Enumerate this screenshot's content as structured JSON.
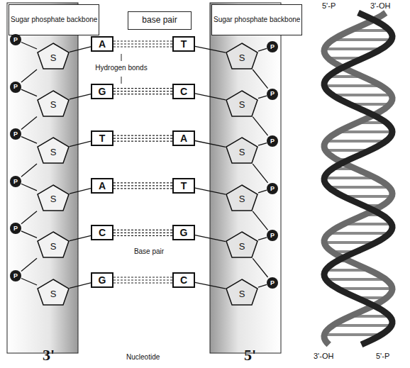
{
  "diagram": {
    "nodes": [
      {
        "text": [
          "Sugar phosphate backbone"
        ]
      },
      {
        "text": [
          "base pair"
        ]
      },
      {
        "text": [
          "Sugar phosphate backbone"
        ]
      },
      {
        "text": [
          "A"
        ]
      },
      {
        "text": [
          "T"
        ]
      },
      {
        "text": [
          "S"
        ]
      },
      {
        "text": [
          "S"
        ]
      },
      {
        "text": [
          "P"
        ]
      },
      {
        "text": [
          "P"
        ]
      },
      {
        "text": [
          "G"
        ]
      },
      {
        "text": [
          "C"
        ]
      },
      {
        "text": [
          "S"
        ]
      },
      {
        "text": [
          "S"
        ]
      },
      {
        "text": [
          "P"
        ]
      },
      {
        "text": [
          "P"
        ]
      },
      {
        "text": [
          "T"
        ]
      },
      {
        "text": [
          "A"
        ]
      },
      {
        "text": [
          "S"
        ]
      },
      {
        "text": [
          "S"
        ]
      },
      {
        "text": [
          "P"
        ]
      },
      {
        "text": [
          "P"
        ]
      },
      {
        "text": [
          "A"
        ]
      },
      {
        "text": [
          "T"
        ]
      },
      {
        "text": [
          "S"
        ]
      },
      {
        "text": [
          "S"
        ]
      },
      {
        "text": [
          "P"
        ]
      },
      {
        "text": [
          "P"
        ]
      },
      {
        "text": [
          "C"
        ]
      },
      {
        "text": [
          "G"
        ]
      },
      {
        "text": [
          "S"
        ]
      },
      {
        "text": [
          "S"
        ]
      },
      {
        "text": [
          "P"
        ]
      },
      {
        "text": [
          "P"
        ]
      },
      {
        "text": [
          "G"
        ]
      },
      {
        "text": [
          "C"
        ]
      },
      {
        "text": [
          "S"
        ]
      },
      {
        "text": [
          "S"
        ]
      },
      {
        "text": [
          "P"
        ]
      },
      {
        "text": [
          "P"
        ]
      }
    ],
    "edges": [
      {
        "from": 3,
        "to": 4,
        "arrow": "none"
      },
      {
        "from": 5,
        "to": 3,
        "arrow": "none"
      },
      {
        "from": 4,
        "to": 6,
        "arrow": "none"
      },
      {
        "from": 7,
        "to": 5,
        "arrow": "none"
      },
      {
        "from": 8,
        "to": 6,
        "arrow": "none"
      },
      {
        "from": 5,
        "to": 13,
        "arrow": "none"
      },
      {
        "from": 6,
        "to": 14,
        "arrow": "none"
      },
      {
        "from": 9,
        "to": 10,
        "arrow": "none"
      },
      {
        "from": 11,
        "to": 9,
        "arrow": "none"
      },
      {
        "from": 10,
        "to": 12,
        "arrow": "none"
      },
      {
        "from": 13,
        "to": 11,
        "arrow": "none"
      },
      {
        "from": 14,
        "to": 12,
        "arrow": "none"
      },
      {
        "from": 11,
        "to": 19,
        "arrow": "none"
      },
      {
        "from": 12,
        "to": 20,
        "arrow": "none"
      },
      {
        "from": 15,
        "to": 16,
        "arrow": "none"
      },
      {
        "from": 17,
        "to": 15,
        "arrow": "none"
      },
      {
        "from": 16,
        "to": 18,
        "arrow": "none"
      },
      {
        "from": 19,
        "to": 17,
        "arrow": "none"
      },
      {
        "from": 20,
        "to": 18,
        "arrow": "none"
      },
      {
        "from": 17,
        "to": 25,
        "arrow": "none"
      },
      {
        "from": 18,
        "to": 26,
        "arrow": "none"
      },
      {
        "from": 21,
        "to": 22,
        "arrow": "none"
      },
      {
        "from": 23,
        "to": 21,
        "arrow": "none"
      },
      {
        "from": 22,
        "to": 24,
        "arrow": "none"
      },
      {
        "from": 25,
        "to": 23,
        "arrow": "none"
      },
      {
        "from": 26,
        "to": 24,
        "arrow": "none"
      },
      {
        "from": 23,
        "to": 31,
        "arrow": "none"
      },
      {
        "from": 24,
        "to": 32,
        "arrow": "none"
      },
      {
        "from": 27,
        "to": 28,
        "arrow": "none"
      },
      {
        "from": 29,
        "to": 27,
        "arrow": "none"
      },
      {
        "from": 28,
        "to": 30,
        "arrow": "none"
      },
      {
        "from": 31,
        "to": 29,
        "arrow": "none"
      },
      {
        "from": 32,
        "to": 30,
        "arrow": "none"
      },
      {
        "from": 29,
        "to": 37,
        "arrow": "none"
      },
      {
        "from": 30,
        "to": 38,
        "arrow": "none"
      },
      {
        "from": 33,
        "to": 34,
        "arrow": "none"
      },
      {
        "from": 35,
        "to": 33,
        "arrow": "none"
      },
      {
        "from": 34,
        "to": 36,
        "arrow": "none"
      },
      {
        "from": 37,
        "to": 35,
        "arrow": "none"
      },
      {
        "from": 38,
        "to": 36,
        "arrow": "none"
      }
    ],
    "labels": [
      "Hydrogen bonds",
      "Base pair",
      "Nucleotide",
      "3'",
      "5'",
      "5'-P",
      "3'-OH",
      "3'-OH",
      "5'-P"
    ]
  }
}
